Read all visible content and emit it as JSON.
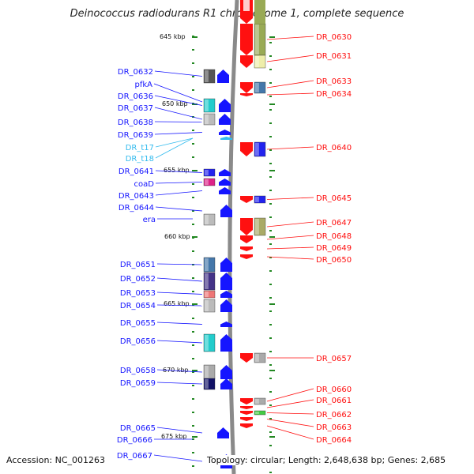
{
  "title": "Deinococcus radiodurans R1 chromosome 1, complete sequence",
  "footer": {
    "accession": "Accession: NC_001263",
    "topology": "Topology: circular; Length: 2,648,638 bp; Genes: 2,685"
  },
  "colors": {
    "plus_strand": "#1515ff",
    "minus_strand": "#ff1010",
    "rna": "#33bbee"
  },
  "kbp_marks": [
    {
      "label": "645 kbp",
      "kbp": 645
    },
    {
      "label": "650 kbp",
      "kbp": 650
    },
    {
      "label": "655 kbp",
      "kbp": 655
    },
    {
      "label": "660 kbp",
      "kbp": 660
    },
    {
      "label": "665 kbp",
      "kbp": 665
    },
    {
      "label": "670 kbp",
      "kbp": 670
    },
    {
      "label": "675 kbp",
      "kbp": 675
    }
  ],
  "left_genes": [
    {
      "name": "DR_0632",
      "box": "#555555"
    },
    {
      "name": "pfkA",
      "box": ""
    },
    {
      "name": "DR_0636",
      "box": "#22cccc"
    },
    {
      "name": "DR_0637",
      "box": "#bbbbbb"
    },
    {
      "name": "DR_0638",
      "box": ""
    },
    {
      "name": "DR_0639",
      "box": ""
    },
    {
      "name": "DR_t17",
      "box": "",
      "rna": true
    },
    {
      "name": "DR_t18",
      "box": "",
      "rna": true
    },
    {
      "name": "DR_0641",
      "box": "#2222ee"
    },
    {
      "name": "coaD",
      "box": "#dd2288"
    },
    {
      "name": "DR_0643",
      "box": ""
    },
    {
      "name": "DR_0644",
      "box": ""
    },
    {
      "name": "era",
      "box": "#bbbbbb"
    },
    {
      "name": "DR_0651",
      "box": "#4477aa"
    },
    {
      "name": "DR_0652",
      "box": "#443388"
    },
    {
      "name": "DR_0653",
      "box": "#ee7777"
    },
    {
      "name": "DR_0654",
      "box": "#bbbbbb"
    },
    {
      "name": "DR_0655",
      "box": ""
    },
    {
      "name": "DR_0656",
      "box": "#22cccc"
    },
    {
      "name": "DR_0658",
      "box": "#aaaaaa"
    },
    {
      "name": "DR_0659",
      "box": "#111166"
    },
    {
      "name": "DR_0665",
      "box": ""
    },
    {
      "name": "DR_0666",
      "box": ""
    },
    {
      "name": "DR_0667",
      "box": ""
    }
  ],
  "right_genes": [
    {
      "name": "DR_0630",
      "box": "#99aa55"
    },
    {
      "name": "DR_0631",
      "box": "#eeeeaa"
    },
    {
      "name": "DR_0633",
      "box": "#4477aa"
    },
    {
      "name": "DR_0634",
      "box": ""
    },
    {
      "name": "DR_0640",
      "box": "#2222ee"
    },
    {
      "name": "DR_0645",
      "box": "#2222ee"
    },
    {
      "name": "DR_0647",
      "box": "#aaaa66"
    },
    {
      "name": "DR_0648",
      "box": ""
    },
    {
      "name": "DR_0649",
      "box": ""
    },
    {
      "name": "DR_0650",
      "box": ""
    },
    {
      "name": "DR_0657",
      "box": "#aaaaaa"
    },
    {
      "name": "DR_0660",
      "box": "#aaaaaa"
    },
    {
      "name": "DR_0661",
      "box": ""
    },
    {
      "name": "DR_0662",
      "box": "#44cc44"
    },
    {
      "name": "DR_0663",
      "box": ""
    },
    {
      "name": "DR_0664",
      "box": ""
    }
  ]
}
